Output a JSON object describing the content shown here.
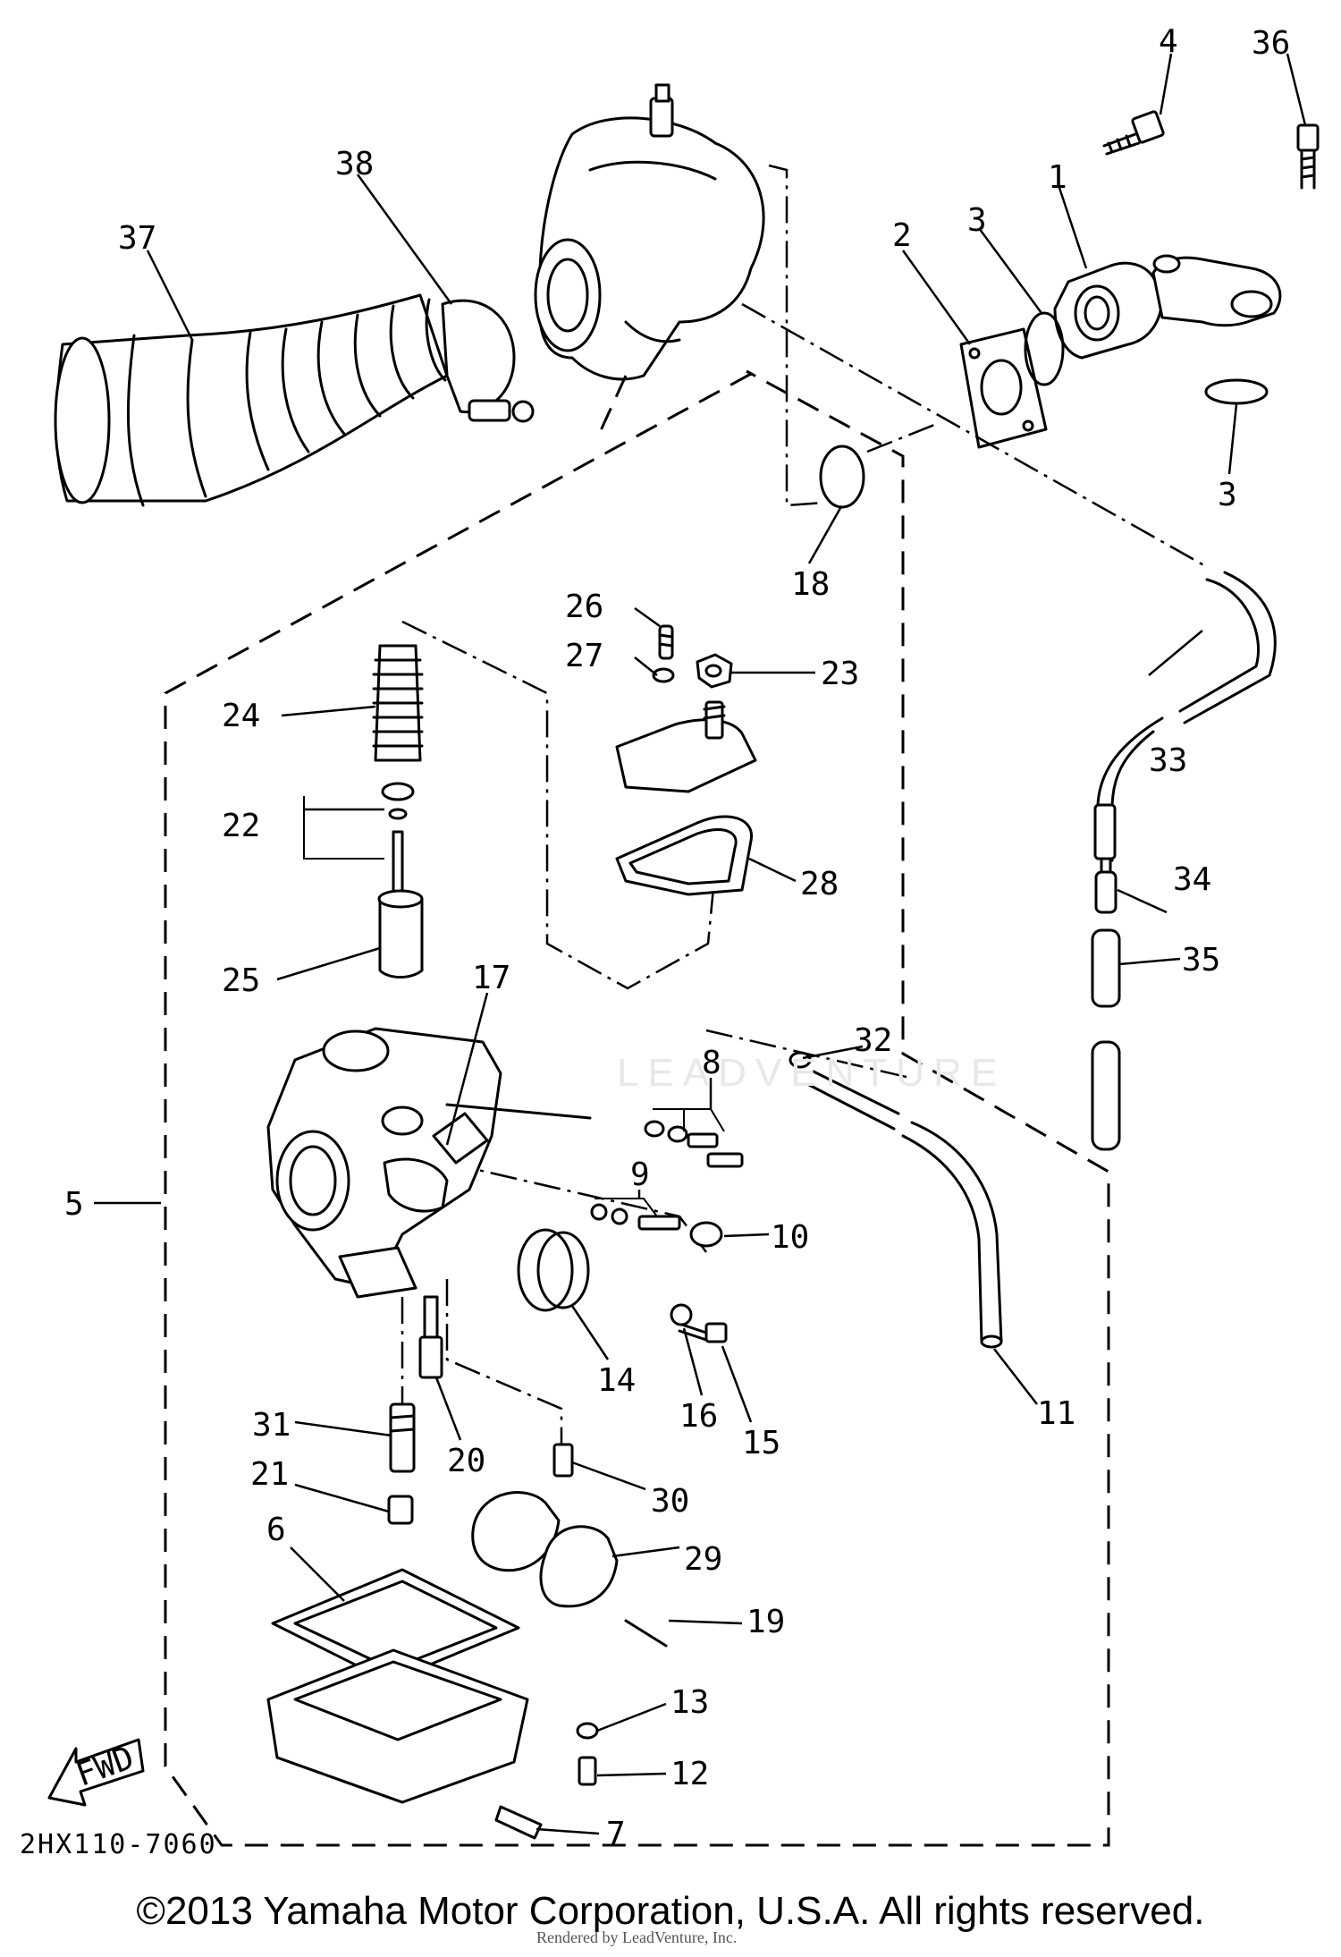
{
  "diagram": {
    "part_code": "2HX110-7060",
    "copyright": "©2013 Yamaha Motor Corporation, U.S.A. All rights reserved.",
    "rendered_by": "Rendered by LeadVenture, Inc.",
    "watermark": "LEADVENTURE",
    "fwd_label": "FWD",
    "callouts": [
      "1",
      "2",
      "3",
      "3",
      "4",
      "5",
      "6",
      "7",
      "8",
      "9",
      "10",
      "11",
      "12",
      "13",
      "14",
      "15",
      "16",
      "17",
      "18",
      "19",
      "20",
      "21",
      "22",
      "23",
      "24",
      "25",
      "26",
      "27",
      "28",
      "29",
      "30",
      "31",
      "32",
      "33",
      "34",
      "35",
      "36",
      "37",
      "38"
    ]
  }
}
